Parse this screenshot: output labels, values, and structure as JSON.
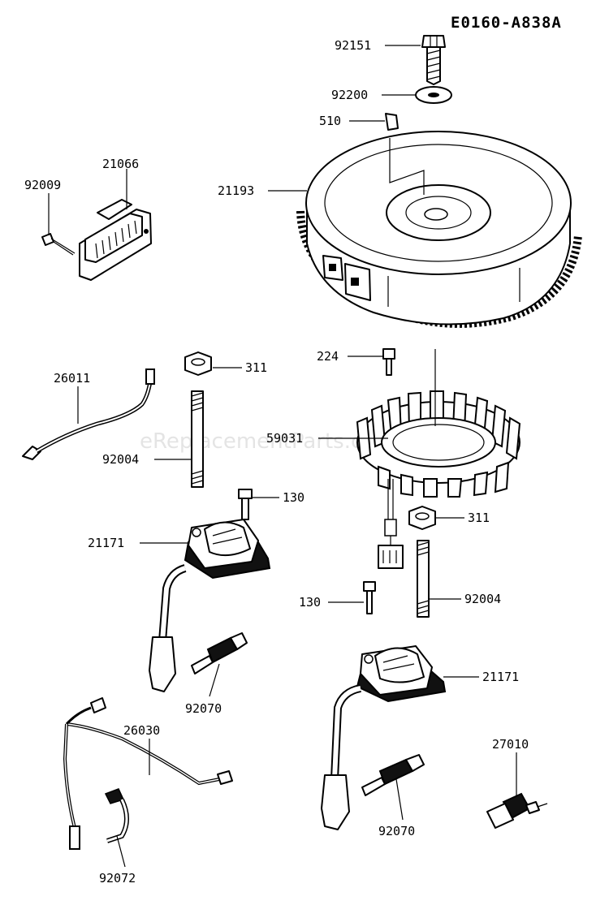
{
  "diagram_code": "E0160-A838A",
  "watermark": "eReplacementParts.com",
  "parts": [
    {
      "id": "bolt",
      "number": "92151"
    },
    {
      "id": "washer",
      "number": "92200"
    },
    {
      "id": "key",
      "number": "510"
    },
    {
      "id": "regulator",
      "number": "21066"
    },
    {
      "id": "regulator-bolt",
      "number": "92009"
    },
    {
      "id": "flywheel",
      "number": "21193"
    },
    {
      "id": "stator-screw",
      "number": "224"
    },
    {
      "id": "nut-left",
      "number": "311"
    },
    {
      "id": "lead-wire-left",
      "number": "26011"
    },
    {
      "id": "stator",
      "number": "59031"
    },
    {
      "id": "stud-left",
      "number": "92004"
    },
    {
      "id": "coil-bolt-left",
      "number": "130"
    },
    {
      "id": "nut-right",
      "number": "311"
    },
    {
      "id": "coil-left",
      "number": "21171"
    },
    {
      "id": "coil-bolt-right",
      "number": "130"
    },
    {
      "id": "stud-right",
      "number": "92004"
    },
    {
      "id": "coil-right",
      "number": "21171"
    },
    {
      "id": "spark-plug-left",
      "number": "92070"
    },
    {
      "id": "harness",
      "number": "26030"
    },
    {
      "id": "switch",
      "number": "27010"
    },
    {
      "id": "spark-plug-right",
      "number": "92070"
    },
    {
      "id": "clip",
      "number": "92072"
    }
  ]
}
